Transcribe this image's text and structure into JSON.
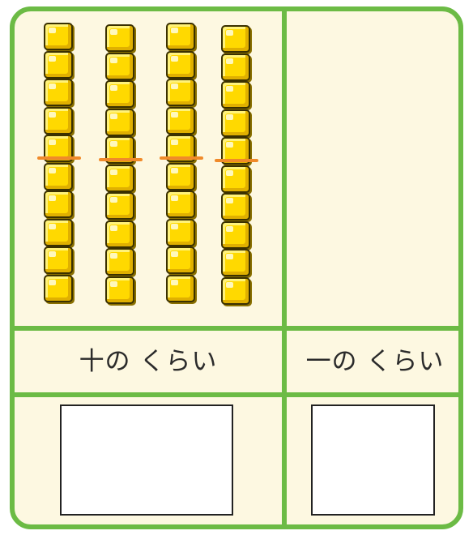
{
  "place_value_chart": {
    "tens_label": "十の くらい",
    "ones_label": "一の くらい",
    "ten_rods": 4,
    "cubes_per_rod": 10
  },
  "colors": {
    "frame": "#6cbb45",
    "background": "#fdf8e1",
    "cube": "#ffd900",
    "marker_line": "#f08a2a"
  }
}
